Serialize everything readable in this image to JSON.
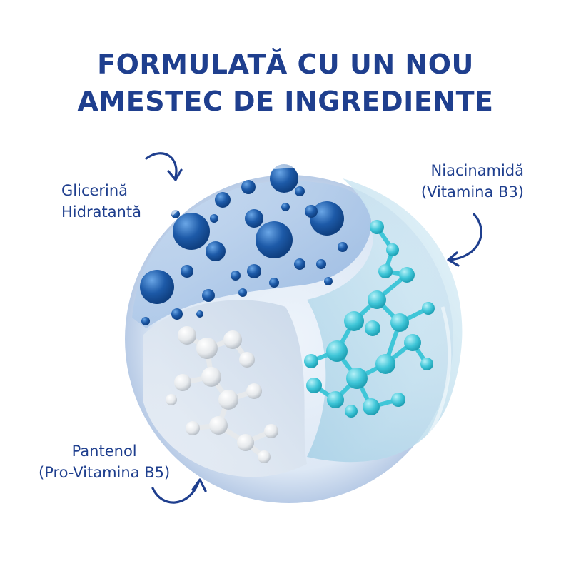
{
  "headline": {
    "line1": "FORMULATĂ CU UN NOU",
    "line2": "AMESTEC DE INGREDIENTE"
  },
  "ingredients": [
    {
      "line1": "Glicerină",
      "line2": "Hidratantă",
      "color": "#1d5aa8"
    },
    {
      "line1": "Niacinamidă",
      "line2": "(Vitamina B3)",
      "color": "#3fc6d8"
    },
    {
      "line1": "Pantenol",
      "line2": "(Pro-Vitamina B5)",
      "color": "#e9ecef"
    }
  ],
  "colors": {
    "text": "#1f3f8e",
    "arrow": "#1f3f8e",
    "glycerin_molecule": "#1d5aa8",
    "niacinamide_molecule": "#3fc6d8",
    "panthenol_molecule": "#e6e9ec"
  },
  "icons": [
    "curved-arrow-icon",
    "curved-arrow-icon",
    "curved-arrow-icon"
  ]
}
